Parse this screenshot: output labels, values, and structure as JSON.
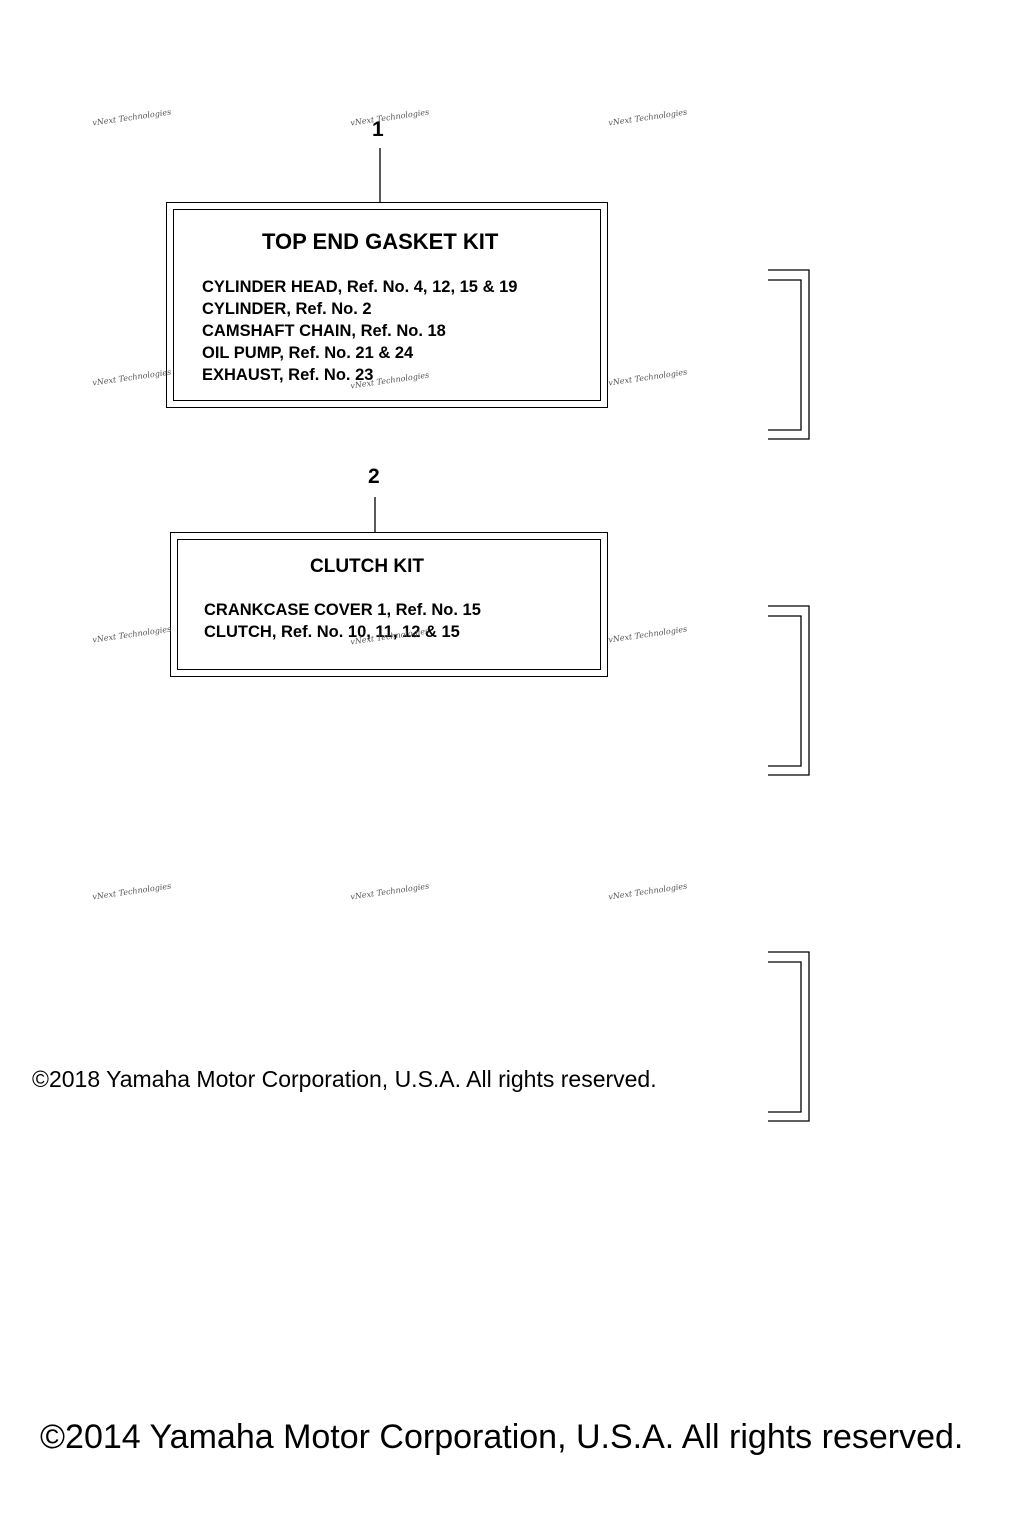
{
  "watermark": "vNext Technologies",
  "kits": [
    {
      "callout": "1",
      "title": "TOP END GASKET KIT",
      "lines": [
        "CYLINDER HEAD,   Ref. No. 4, 12, 15 & 19",
        "CYLINDER,   Ref. No.  2",
        "CAMSHAFT CHAIN,   Ref. No. 18",
        "OIL PUMP,   Ref. No. 21 & 24",
        "EXHAUST,   Ref. No. 23"
      ]
    },
    {
      "callout": "2",
      "title": "CLUTCH  KIT",
      "lines": [
        "CRANKCASE COVER 1,  Ref. No. 15",
        "CLUTCH,  Ref. No. 10, 11, 12 & 15"
      ]
    }
  ],
  "copyright_small": "©2018 Yamaha Motor Corporation, U.S.A. All rights reserved.",
  "copyright_large": "©2014 Yamaha Motor Corporation, U.S.A. All rights reserved."
}
